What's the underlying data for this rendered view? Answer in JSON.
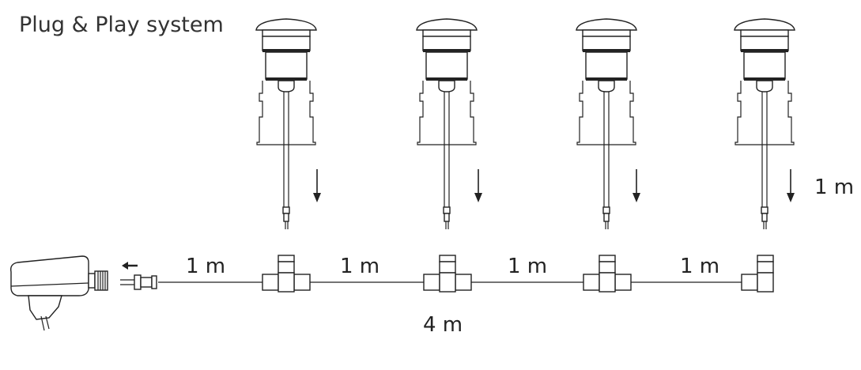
{
  "title": "Plug & Play system",
  "segment_labels": [
    "1 m",
    "1 m",
    "1 m",
    "1 m"
  ],
  "lamp_cable_label": "1 m",
  "total_label": "4 m",
  "lamp_count": 4
}
